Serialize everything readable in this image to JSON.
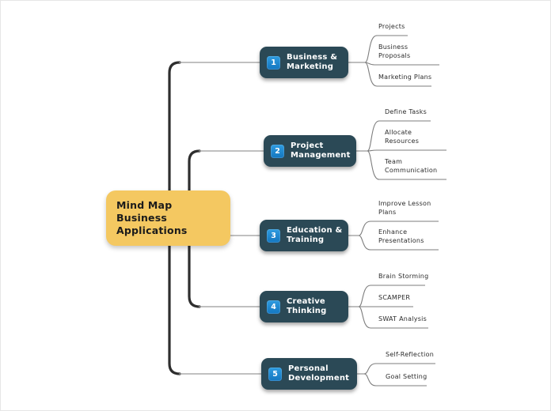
{
  "center": {
    "label": "Mind Map\nBusiness\nApplications"
  },
  "branches": [
    {
      "number": "1",
      "label": "Business &\nMarketing",
      "leaves": [
        {
          "label": "Projects"
        },
        {
          "label": "Business\nProposals"
        },
        {
          "label": "Marketing Plans"
        }
      ]
    },
    {
      "number": "2",
      "label": "Project\nManagement",
      "leaves": [
        {
          "label": "Define Tasks"
        },
        {
          "label": "Allocate\nResources"
        },
        {
          "label": "Team\nCommunication"
        }
      ]
    },
    {
      "number": "3",
      "label": "Education &\nTraining",
      "leaves": [
        {
          "label": "Improve Lesson\nPlans"
        },
        {
          "label": "Enhance\nPresentations"
        }
      ]
    },
    {
      "number": "4",
      "label": "Creative\nThinking",
      "leaves": [
        {
          "label": "Brain Storming"
        },
        {
          "label": "SCAMPER"
        },
        {
          "label": "SWAT Analysis"
        }
      ]
    },
    {
      "number": "5",
      "label": "Personal\nDevelopment",
      "leaves": [
        {
          "label": "Self-Reflection"
        },
        {
          "label": "Goal Setting"
        }
      ]
    }
  ],
  "colors": {
    "center_fill": "#F4C861",
    "center_text": "#1B1B1B",
    "branch_fill": "#2B4956",
    "branch_text": "#FFFFFF",
    "badge_fill": "#1E88D2",
    "trunk_line": "#2E2E2E",
    "connector_line": "#8A8A8A",
    "leaf_text": "#2B2B2B",
    "background": "#FFFFFF"
  }
}
